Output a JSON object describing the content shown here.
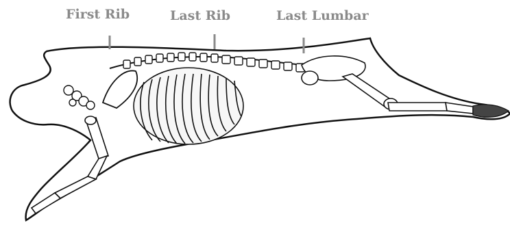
{
  "labels": {
    "first_rib": "First Rib",
    "last_rib": "Last Rib",
    "last_lumbar": "Last Lumbar"
  },
  "colors": {
    "label_text": "#8a8a8a",
    "outline": "#111111",
    "background": "#ffffff"
  }
}
